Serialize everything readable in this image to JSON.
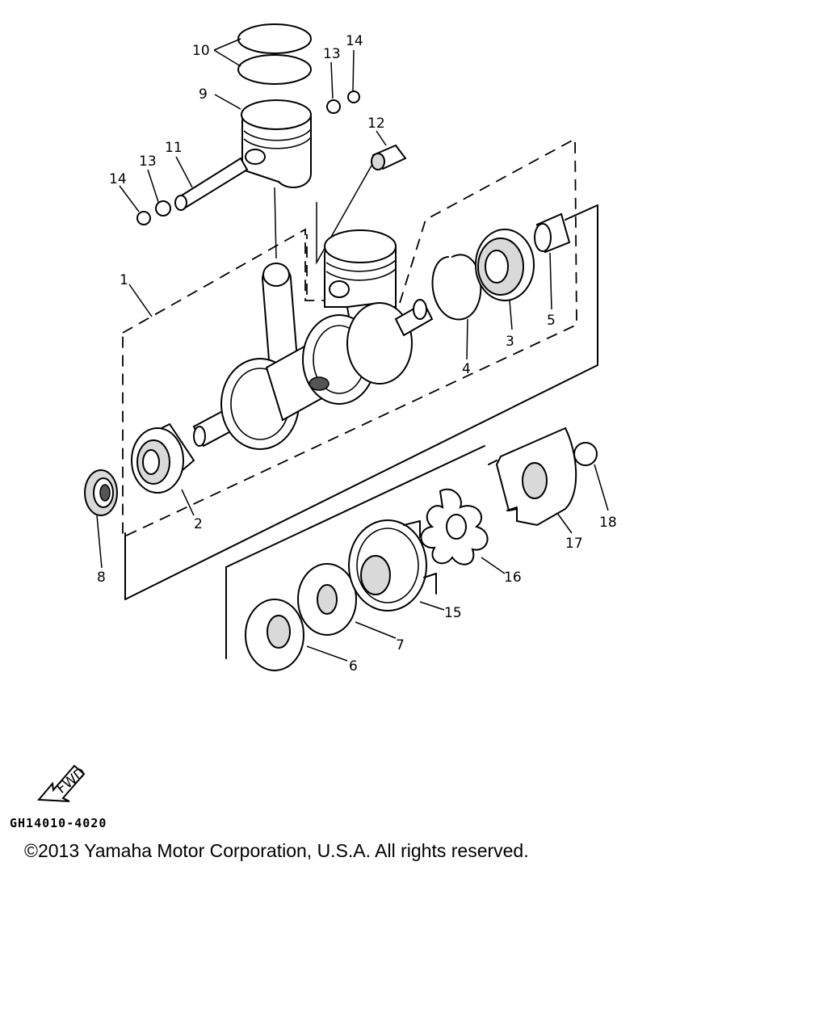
{
  "diagram": {
    "callouts": {
      "c1": "1",
      "c2": "2",
      "c3": "3",
      "c4": "4",
      "c5": "5",
      "c6": "6",
      "c7": "7",
      "c8": "8",
      "c9": "9",
      "c10": "10",
      "c11": "11",
      "c12": "12",
      "c13a": "13",
      "c13b": "13",
      "c14a": "14",
      "c14b": "14",
      "c15": "15",
      "c16": "16",
      "c17": "17",
      "c18": "18"
    },
    "fwd_label": "FWD"
  },
  "footer": {
    "ref_code": "GH14010-4020",
    "copyright": "©2013 Yamaha Motor Corporation, U.S.A. All rights reserved."
  }
}
